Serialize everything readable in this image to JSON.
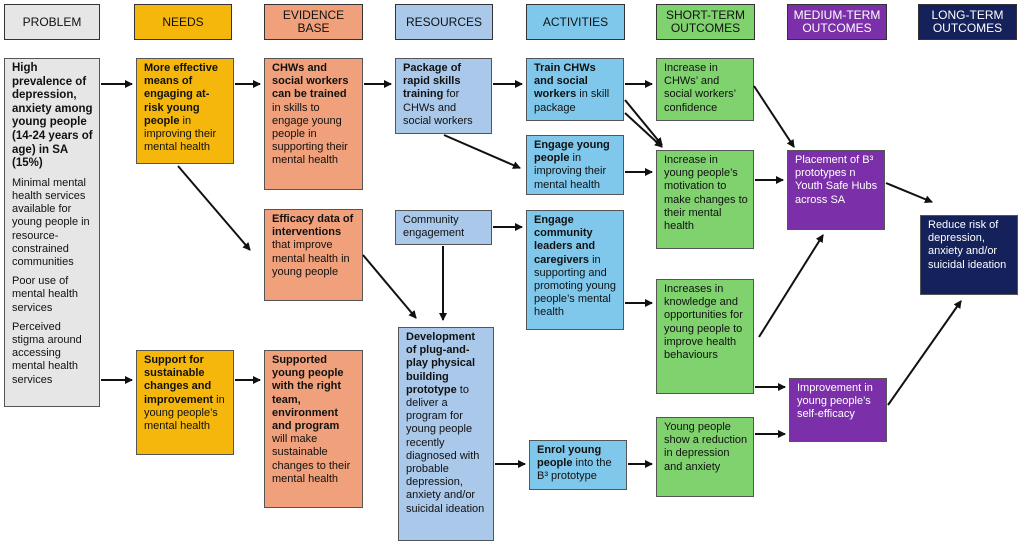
{
  "colors": {
    "problem": "#e6e6e6",
    "needs": "#f5b70c",
    "evidence": "#f0a07a",
    "resources": "#a9c8ea",
    "activities": "#7fc8ec",
    "short_term": "#7fd26e",
    "medium_term": "#7b2fa8",
    "long_term": "#14215a",
    "arrow": "#111111"
  },
  "headers": {
    "problem": "PROBLEM",
    "needs": "NEEDS",
    "evidence": [
      "EVIDENCE",
      "BASE"
    ],
    "resources": "RESOURCES",
    "activities": "ACTIVITIES",
    "short_term": [
      "SHORT-TERM",
      "OUTCOMES"
    ],
    "medium_term": [
      "MEDIUM-TERM",
      "OUTCOMES"
    ],
    "long_term": [
      "LONG-TERM",
      "OUTCOMES"
    ]
  },
  "problem": {
    "p1": "High prevalence of depression, anxiety among young people (14-24 years of age) in SA (15%)",
    "p2": "Minimal mental health services available for young people in resource-constrained communities",
    "p3": "Poor use of mental health services",
    "p4": "Perceived stigma around accessing mental health services"
  },
  "needs": {
    "n1_bold": "More effective means of engaging at-risk young people",
    "n1_rest": " in improving their mental health",
    "n2_bold": "Support for sustainable changes and improvement",
    "n2_rest": " in young people’s mental health"
  },
  "evidence": {
    "e1_bold": "CHWs and social workers can be trained",
    "e1_rest": " in skills to engage young people in supporting their mental health",
    "e2_bold": "Efficacy data of interventions",
    "e2_rest": " that improve mental health in young people",
    "e3_bold": "Supported young people with the right team, environment and program",
    "e3_rest": " will make sustainable changes to their mental health"
  },
  "resources": {
    "r1_bold": "Package of rapid skills training",
    "r1_rest": " for CHWs and social workers",
    "r2_text": "Community engagement",
    "r3_bold": "Development of plug-and-play physical building prototype",
    "r3_rest": " to deliver a program for young people recently diagnosed with probable depression, anxiety and/or suicidal ideation"
  },
  "activities": {
    "a1_bold_1": "Train CHWs and social workers",
    "a1_rest": " in skill package",
    "a2_bold": "Engage young people",
    "a2_rest": " in improving their mental health",
    "a3_bold": "Engage community leaders and caregivers",
    "a3_rest": " in supporting and promoting young people’s mental health",
    "a4_bold": "Enrol young people",
    "a4_rest": " into the B³ prototype"
  },
  "short_term": {
    "s1": "Increase in CHWs’ and social workers’ confidence",
    "s2": "Increase in young people’s motivation to make changes to their mental health",
    "s3": "Increases in knowledge and opportunities for young people to improve health behaviours",
    "s4": "Young people show a reduction in depression and anxiety"
  },
  "medium_term": {
    "m1": "Placement of B³ prototypes n Youth Safe Hubs across SA",
    "m2": "Improvement in young people’s self-efficacy"
  },
  "long_term": {
    "l1": "Reduce risk of depression, anxiety and/or suicidal ideation"
  }
}
